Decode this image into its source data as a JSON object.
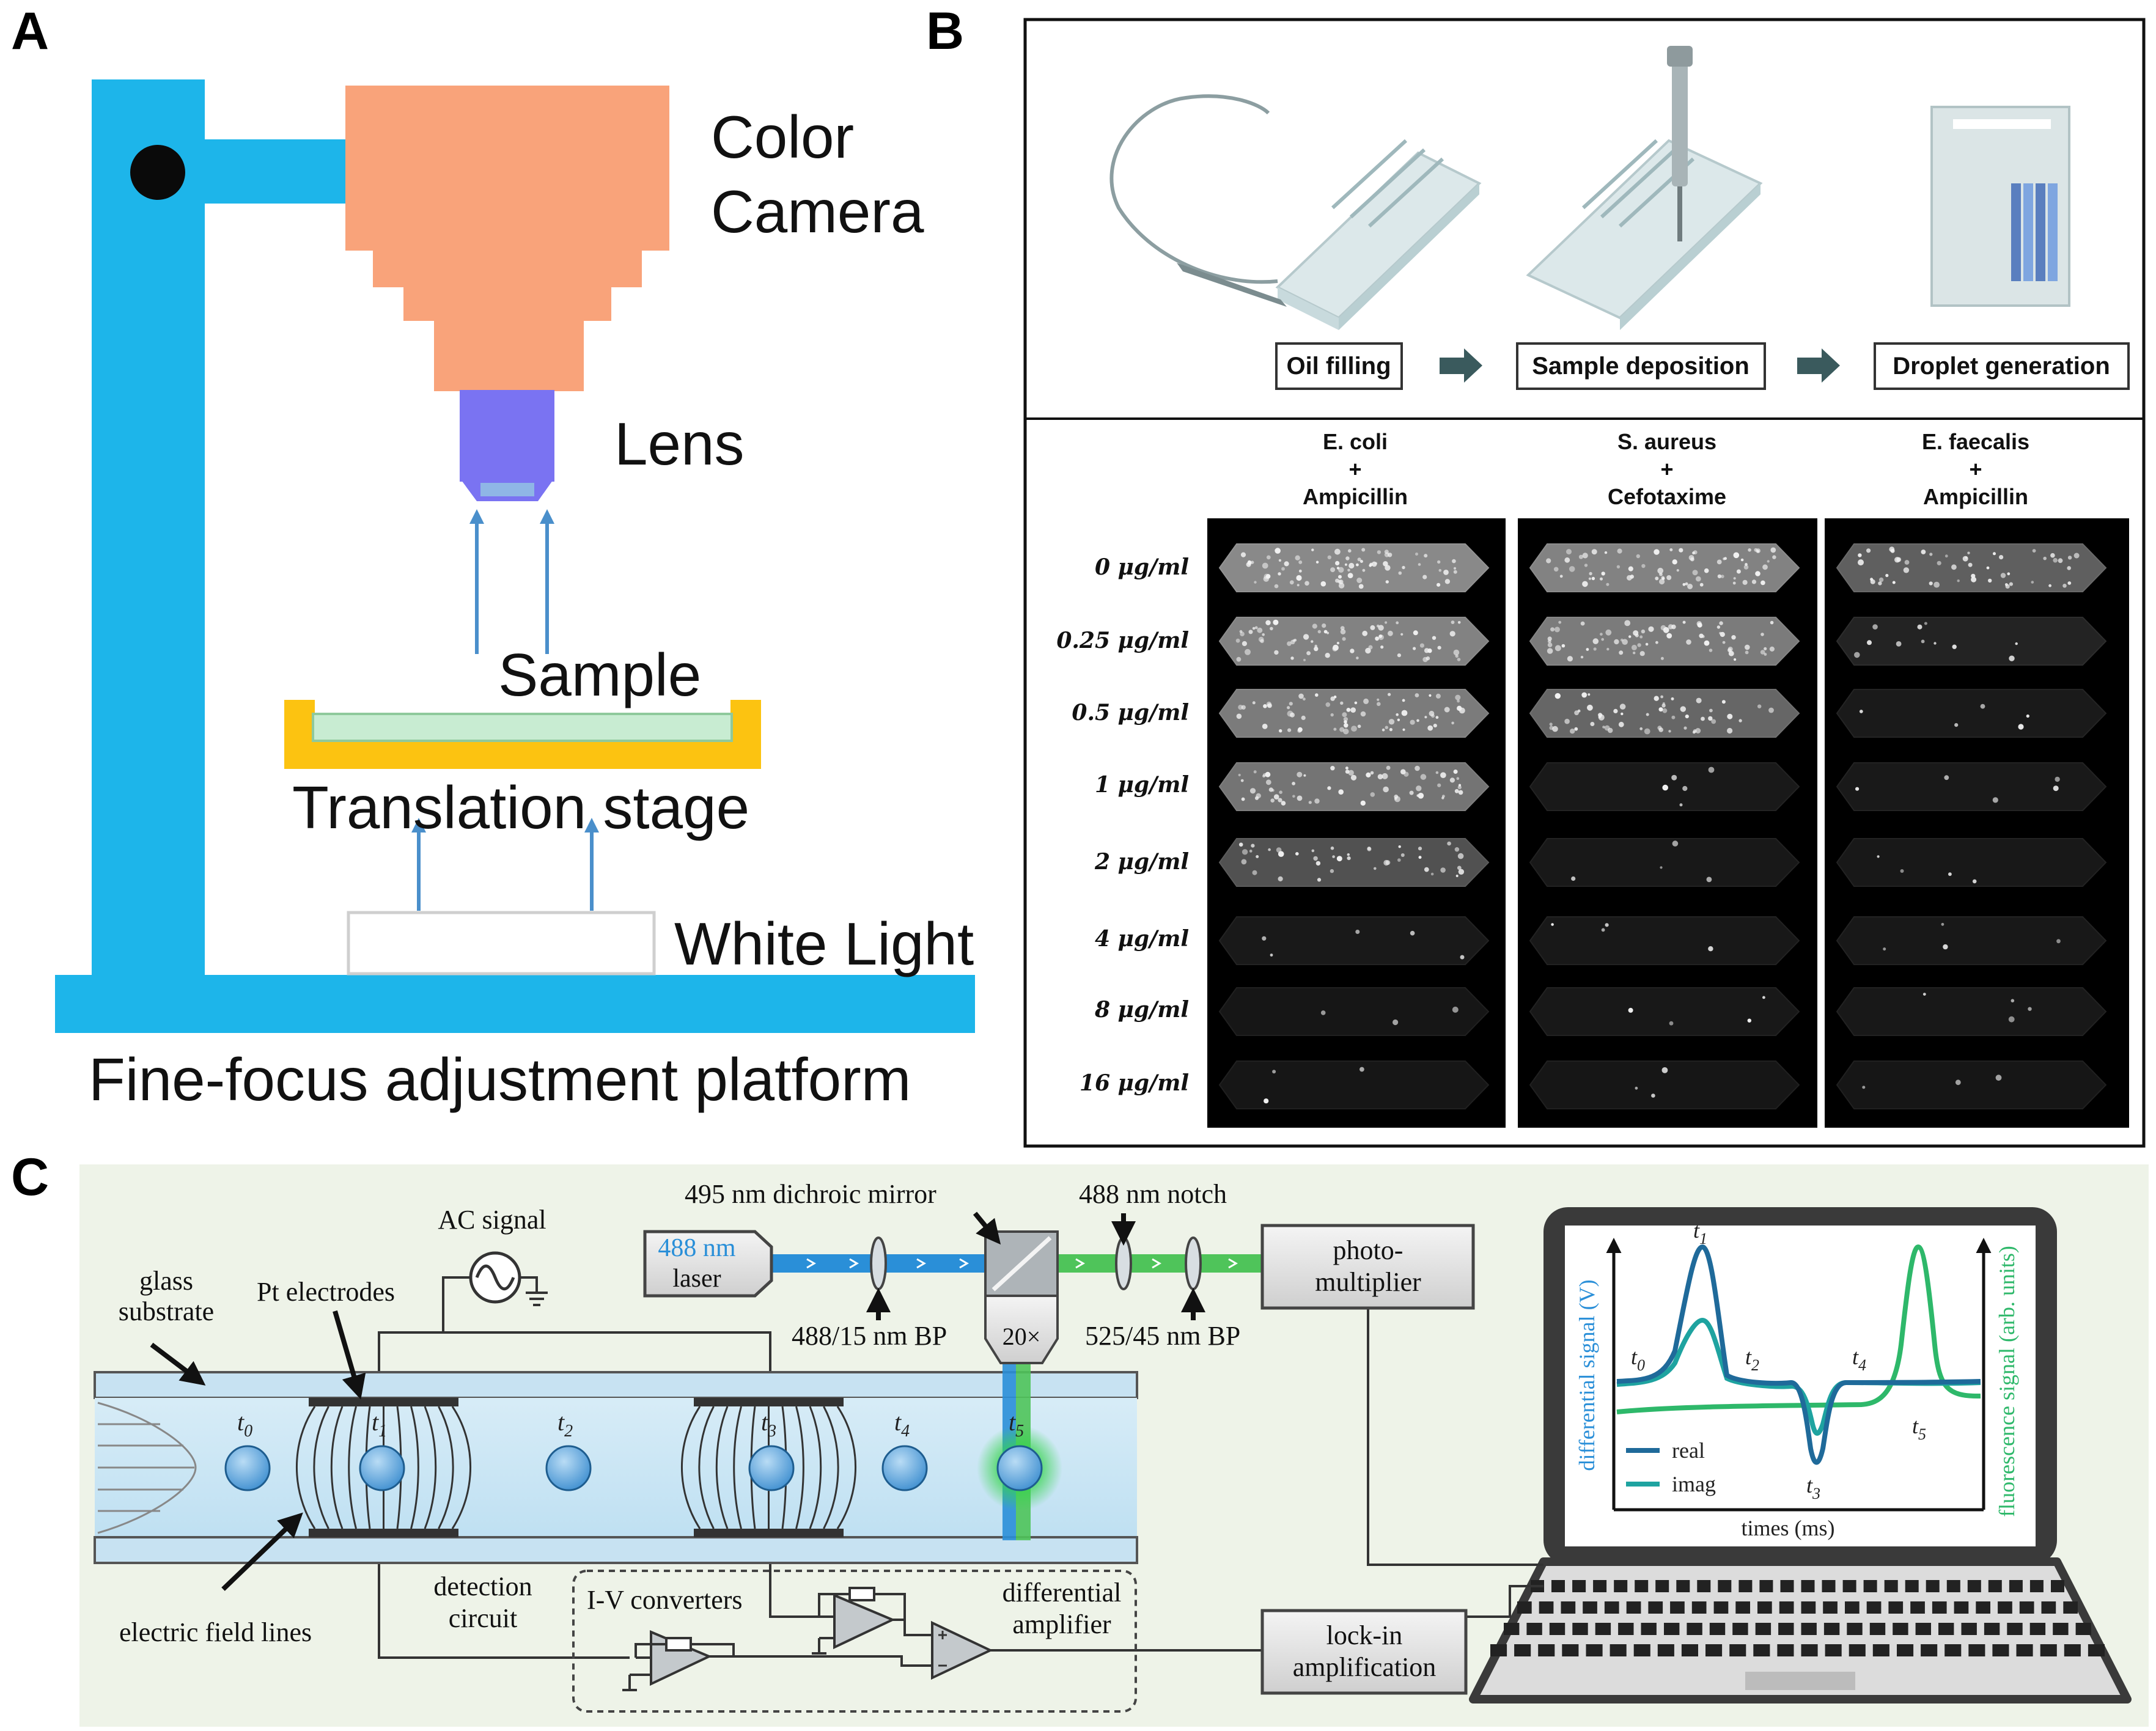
{
  "panel_labels": {
    "a": "A",
    "b": "B",
    "c": "C"
  },
  "panel_a": {
    "camera_label_line1": "Color",
    "camera_label_line2": "Camera",
    "lens_label": "Lens",
    "sample_label": "Sample",
    "stage_label": "Translation stage",
    "light_label": "White Light",
    "platform_label": "Fine-focus adjustment platform",
    "colors": {
      "stand": "#1db5ea",
      "camera": "#f9a37a",
      "lens": "#7a73f2",
      "lens_tip": "#8fb6e6",
      "stage": "#fcc311",
      "sample": "#c8ecd2",
      "arrow": "#4a8fcb"
    }
  },
  "panel_b": {
    "steps": [
      "Oil filling",
      "Sample deposition",
      "Droplet generation"
    ],
    "columns": [
      {
        "line1": "E. coli",
        "plus": "+",
        "line2": "Ampicillin"
      },
      {
        "line1": "S. aureus",
        "plus": "+",
        "line2": "Cefotaxime"
      },
      {
        "line1": "E. faecalis",
        "plus": "+",
        "line2": "Ampicillin"
      }
    ],
    "concentrations": [
      "0 μg/ml",
      "0.25 μg/ml",
      "0.5 μg/ml",
      "1 μg/ml",
      "2 μg/ml",
      "4 μg/ml",
      "8 μg/ml",
      "16 μg/ml"
    ],
    "brightness": [
      [
        0.85,
        0.8,
        0.75,
        0.7,
        0.45,
        0.05,
        0.03,
        0.03
      ],
      [
        0.8,
        0.75,
        0.6,
        0.05,
        0.04,
        0.04,
        0.04,
        0.03
      ],
      [
        0.55,
        0.12,
        0.06,
        0.05,
        0.04,
        0.04,
        0.04,
        0.03
      ]
    ]
  },
  "panel_c": {
    "ac_signal": "AC signal",
    "pt_electrodes": "Pt electrodes",
    "glass_substrate_1": "glass",
    "glass_substrate_2": "substrate",
    "laser_1": "488 nm",
    "laser_2": "laser",
    "dichroic": "495 nm dichroic mirror",
    "bp_488": "488/15 nm BP",
    "objective": "20×",
    "notch": "488 nm notch",
    "bp_525": "525/45 nm BP",
    "pmt_1": "photo-",
    "pmt_2": "multiplier",
    "times": [
      "t",
      "t",
      "t",
      "t",
      "t",
      "t"
    ],
    "time_subs": [
      "0",
      "1",
      "2",
      "3",
      "4",
      "5"
    ],
    "field_lines": "electric field lines",
    "detection_1": "detection",
    "detection_2": "circuit",
    "iv_converters": "I-V converters",
    "diff_amp_1": "differential",
    "diff_amp_2": "amplifier",
    "lockin_1": "lock-in",
    "lockin_2": "amplification",
    "plot": {
      "ylabel_left": "differential signal (V)",
      "ylabel_right": "fluorescence signal (arb. units)",
      "xlabel": "times (ms)",
      "legend_real": "real",
      "legend_imag": "imag"
    },
    "colors": {
      "real": "#1f6a9a",
      "imag": "#1ea3a0",
      "fluor": "#2eb86a",
      "laser_blue": "#2a8fd8",
      "green_beam": "#4fc45a",
      "bg": "#eef3e8"
    }
  }
}
